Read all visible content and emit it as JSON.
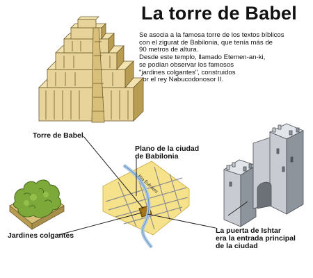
{
  "title": "La torre de Babel",
  "description": [
    "Se asocia a la famosa torre de los textos bíblicos",
    "con el zigurat de Babilonia, que tenía más de",
    "90 metros de altura.",
    "Desde este templo, llamado Etemen-an-ki,",
    "se podían observar los famosos",
    "\"jardines colgantes\", construidos",
    "por el rey Nabucodonosor II."
  ],
  "labels": {
    "torre": "Torre de Babel",
    "plano": [
      "Plano de la ciudad",
      "de Babilonia"
    ],
    "jardines": "Jardines colgantes",
    "puerta": [
      "La puerta de Ishtar",
      "era la entrada principal",
      "de la ciudad"
    ]
  },
  "map": {
    "river_label": "Río Éufrates"
  },
  "colors": {
    "stone": "#e8d49a",
    "stone_dark": "#a8904c",
    "gate": "#c8ccd2",
    "gate_dark": "#6c7178",
    "garden": "#7da83a",
    "map_bg": "#f7e28c",
    "river": "#a9c8e6"
  }
}
